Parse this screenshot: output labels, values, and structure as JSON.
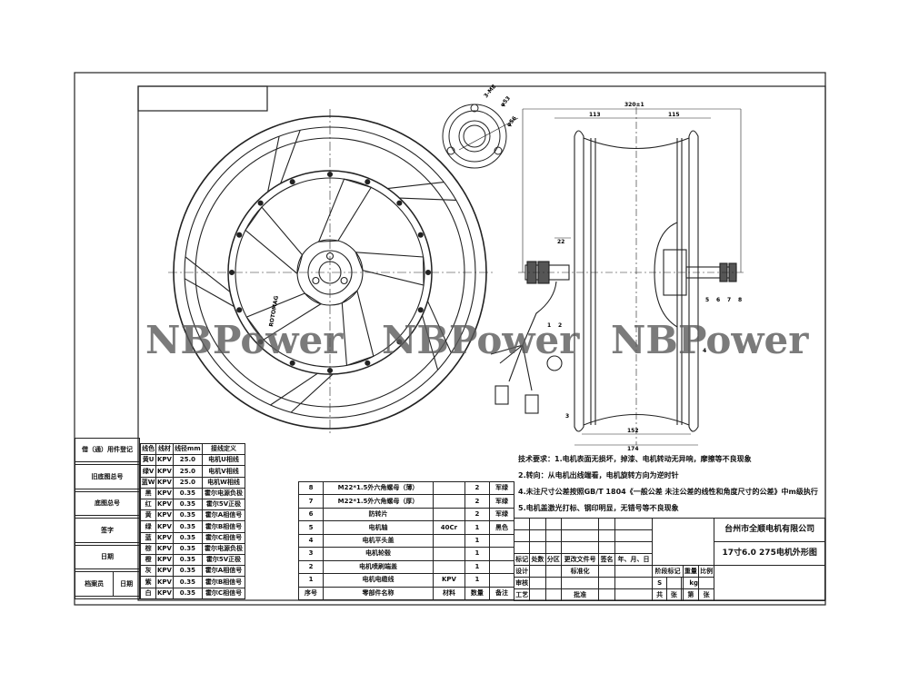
{
  "watermark": "NBPower",
  "dimensions": {
    "total_width": "320±1",
    "left_half": "113",
    "right_half": "115",
    "axle_offset": "22",
    "rim_inner": "152",
    "rim_outer": "174",
    "flange_holes": "3-M8",
    "flange_d1": "φ53",
    "flange_d2": "φ56"
  },
  "part_callouts": [
    "1",
    "2",
    "3",
    "4",
    "5",
    "6",
    "7",
    "8"
  ],
  "hub_stamp": "ROTOMAG",
  "left_register": {
    "rows": [
      "借（通）用件登记",
      "",
      "旧底图总号",
      "",
      "底图总号",
      "",
      "签字",
      "",
      "日期",
      ""
    ],
    "footer": [
      "档案员",
      "日期"
    ]
  },
  "wire_table": {
    "headers": [
      "线色",
      "线材",
      "线径mm",
      "接线定义"
    ],
    "rows": [
      [
        "黄U",
        "KPV",
        "25.0",
        "电机U相线"
      ],
      [
        "绿V",
        "KPV",
        "25.0",
        "电机V相线"
      ],
      [
        "蓝W",
        "KPV",
        "25.0",
        "电机W相线"
      ],
      [
        "黑",
        "KPV",
        "0.35",
        "霍尔电源负极"
      ],
      [
        "红",
        "KPV",
        "0.35",
        "霍尔5V正极"
      ],
      [
        "黄",
        "KPV",
        "0.35",
        "霍尔A相信号"
      ],
      [
        "绿",
        "KPV",
        "0.35",
        "霍尔B相信号"
      ],
      [
        "蓝",
        "KPV",
        "0.35",
        "霍尔C相信号"
      ],
      [
        "棕",
        "KPV",
        "0.35",
        "霍尔电源负极"
      ],
      [
        "橙",
        "KPV",
        "0.35",
        "霍尔5V正极"
      ],
      [
        "灰",
        "KPV",
        "0.35",
        "霍尔A相信号"
      ],
      [
        "紫",
        "KPV",
        "0.35",
        "霍尔B相信号"
      ],
      [
        "白",
        "KPV",
        "0.35",
        "霍尔C相信号"
      ]
    ]
  },
  "parts_table": {
    "rows": [
      [
        "8",
        "M22*1.5外六角螺母（薄）",
        "",
        "2",
        "军绿"
      ],
      [
        "7",
        "M22*1.5外六角螺母（厚）",
        "",
        "2",
        "军绿"
      ],
      [
        "6",
        "防转片",
        "",
        "2",
        "军绿"
      ],
      [
        "5",
        "电机轴",
        "40Cr",
        "1",
        "黑色"
      ],
      [
        "4",
        "电机平头盖",
        "",
        "1",
        ""
      ],
      [
        "3",
        "电机轮毂",
        "",
        "1",
        ""
      ],
      [
        "2",
        "电机喷刷端盖",
        "",
        "1",
        ""
      ],
      [
        "1",
        "电机电缆线",
        "KPV",
        "1",
        ""
      ]
    ],
    "headers": [
      "序号",
      "零部件名称",
      "材料",
      "数量",
      "备注"
    ]
  },
  "tech_requirements": [
    "技术要求：1.电机表面无损坏，掉漆、电机转动无异响，摩擦等不良现象",
    "2.转向：从电机出线端看，电机旋转方向为逆时针",
    "4.未注尺寸公差按照GB/T 1804《一般公差 未注公差的线性和角度尺寸的公差》中m级执行",
    "5.电机盖激光打标、钢印明显，无错号等不良现象"
  ],
  "title_block": {
    "company": "台州市全顺电机有限公司",
    "drawing_title": "17寸6.0 275电机外形图",
    "revision_headers": [
      "标记",
      "处数",
      "分区",
      "更改文件号",
      "签名",
      "年、月、日"
    ],
    "design": "设计",
    "standardization": "标准化",
    "review": "审核",
    "process": "工艺",
    "approve": "批准",
    "stage_mark": "阶段标记",
    "weight": "重量",
    "scale": "比例",
    "stage_s": "S",
    "weight_unit": "kg",
    "sheet_total": "共",
    "sheet_label": "张",
    "sheet_no": "第",
    "sheet_label2": "张"
  }
}
